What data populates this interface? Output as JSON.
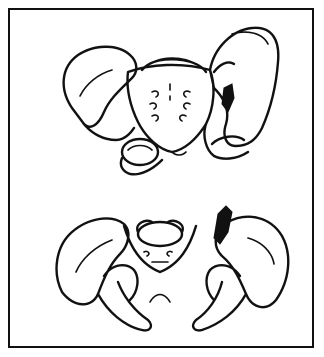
{
  "figure": {
    "palette": {
      "ink": "#111111",
      "paper": "#ffffff"
    },
    "views": [
      {
        "id": "upper-pelvis-oblique-view",
        "icon": "pelvis-illustration",
        "has_highlighted_lesion": true
      },
      {
        "id": "lower-pelvis-outlet-view",
        "icon": "pelvis-illustration",
        "has_highlighted_lesion": true
      }
    ]
  }
}
